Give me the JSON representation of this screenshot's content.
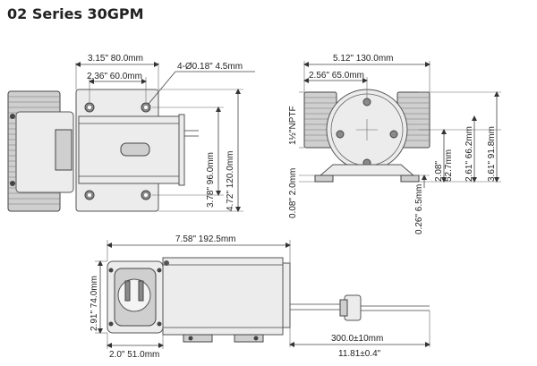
{
  "title": "02 Series 30GPM",
  "dimensions": {
    "top_width_outer": "3.15\"  80.0mm",
    "top_width_inner": "2.36\"  60.0mm",
    "hole_spec": "4-Ø0.18\"  4.5mm",
    "top_height_inner": "3.78\"  96.0mm",
    "top_height_outer": "4.72\"  120.0mm",
    "end_width_outer": "5.12\"  130.0mm",
    "end_width_inner": "2.56\"  65.0mm",
    "port_thread": "1½\"NPTF",
    "base_height_small": "0.08\"  2.0mm",
    "end_h_52": "2.08\"\n52.7mm",
    "end_h_66": "2.61\"  66.2mm",
    "end_h_91": "3.61\"  91.8mm",
    "foot_gap": "0.26\"  6.5mm",
    "side_length": "7.58\"  192.5mm",
    "side_height": "2.91\"  74.0mm",
    "side_base": "2.0\"  51.0mm",
    "cable_length_mm": "300.0±10mm",
    "cable_length_in": "11.81±0.4\""
  },
  "icons": {
    "pump_top_view": "pump-top-view-drawing",
    "pump_end_view": "pump-end-view-drawing",
    "pump_side_view": "pump-side-view-drawing"
  }
}
